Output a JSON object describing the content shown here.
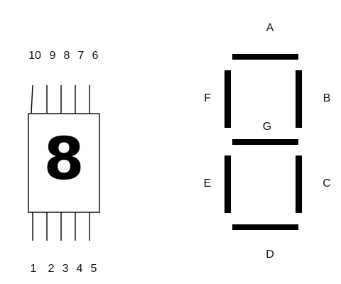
{
  "package": {
    "digit": "8",
    "top_pins": [
      "10",
      "9",
      "8",
      "7",
      "6"
    ],
    "bottom_pins": [
      "1",
      "2",
      "3",
      "4",
      "5"
    ]
  },
  "segments": {
    "a": "A",
    "b": "B",
    "c": "C",
    "d": "D",
    "e": "E",
    "f": "F",
    "g": "G"
  }
}
